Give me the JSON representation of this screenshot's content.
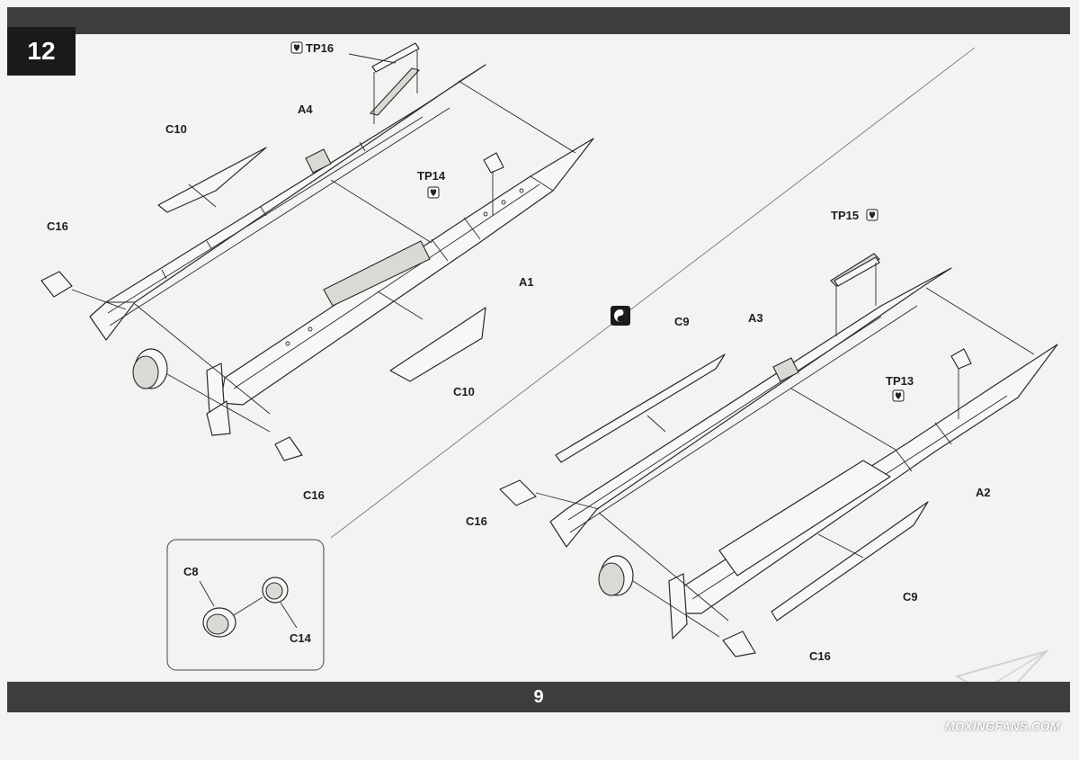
{
  "page": {
    "step_number": "12",
    "page_number": "9",
    "watermark_text": "MOXINGFANS.COM"
  },
  "callouts": {
    "tp16": "TP16",
    "a4": "A4",
    "c10_top": "C10",
    "tp14": "TP14",
    "c16_left": "C16",
    "a1": "A1",
    "c10_lower": "C10",
    "c16_lower": "C16",
    "tp15": "TP15",
    "c9_top": "C9",
    "a3": "A3",
    "tp13": "TP13",
    "a2": "A2",
    "c16_right": "C16",
    "c9_lower": "C9",
    "c16_bottom": "C16",
    "c8": "C8",
    "c14": "C14"
  },
  "icons": {
    "glue": "glue-icon",
    "option": "yin-yang-option-icon",
    "watermark": "paper-plane-icon"
  },
  "colors": {
    "bar": "#3d3d3d",
    "step_box": "#1a1a1a",
    "ink": "#2a2a2a",
    "paper": "#f3f3f1"
  }
}
